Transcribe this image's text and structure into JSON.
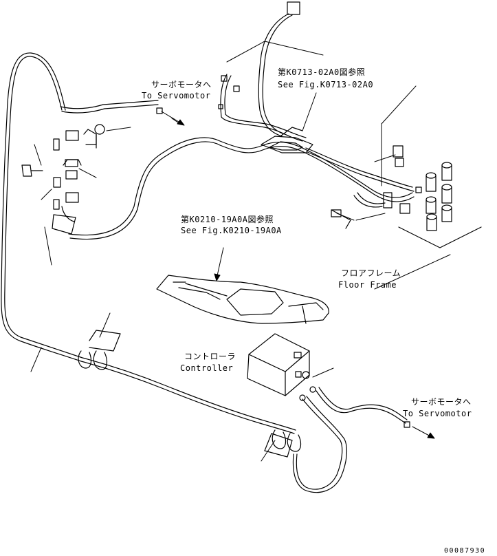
{
  "labels": {
    "servo_top_ja": "サーボモータへ",
    "servo_top_en": "To Servomotor",
    "ref1_ja": "第K0713-02A0図参照",
    "ref1_en": "See Fig.K0713-02A0",
    "ref2_ja": "第K0210-19A0A図参照",
    "ref2_en": "See Fig.K0210-19A0A",
    "floor_ja": "フロアフレーム",
    "floor_en": "Floor Frame",
    "controller_ja": "コントローラ",
    "controller_en": "Controller",
    "servo_bottom_ja": "サーボモータへ",
    "servo_bottom_en": "To Servomotor",
    "drawing_code": "00087930"
  },
  "colors": {
    "line": "#000000",
    "background": "#ffffff"
  }
}
